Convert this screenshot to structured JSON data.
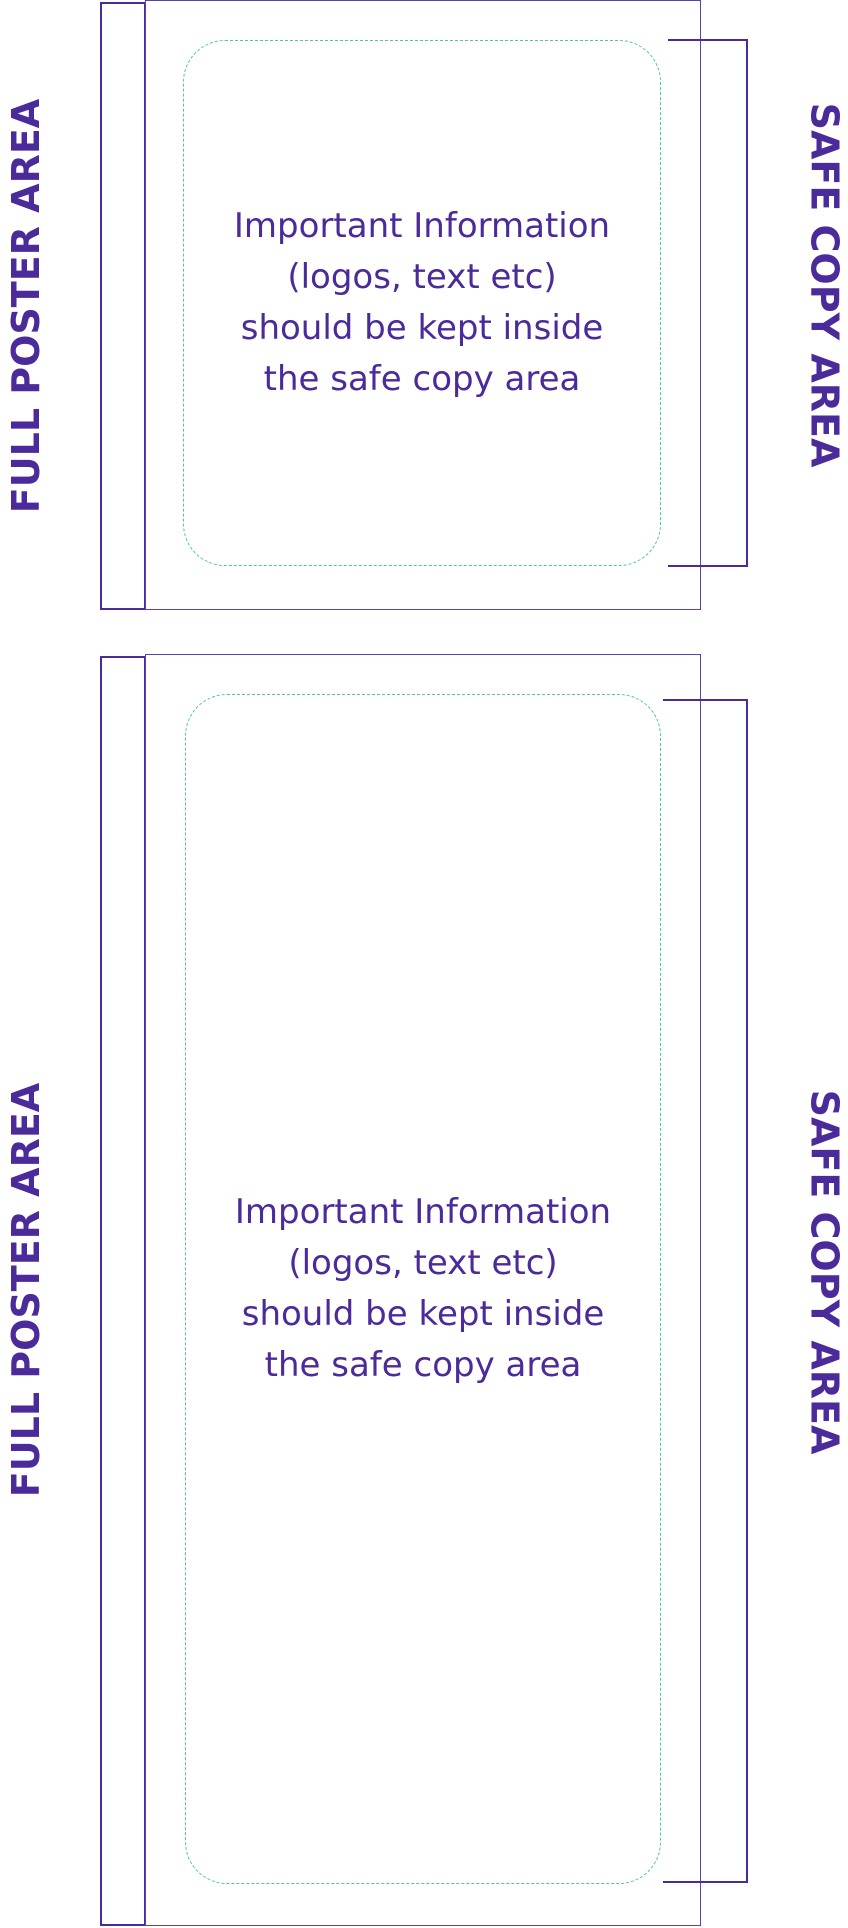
{
  "colors": {
    "purple": "#4b2a9a",
    "poster_border": "#5c3fb0",
    "safe_border": "#4dc3b0",
    "background": "#ffffff"
  },
  "diagrams": [
    {
      "left_label": "FULL POSTER AREA",
      "right_label": "SAFE COPY AREA",
      "info_text": "Important Information\n(logos, text etc)\nshould be kept inside\nthe safe copy area"
    },
    {
      "left_label": "FULL POSTER AREA",
      "right_label": "SAFE COPY AREA",
      "info_text": "Important Information\n(logos, text etc)\nshould be kept inside\nthe safe copy area"
    }
  ]
}
